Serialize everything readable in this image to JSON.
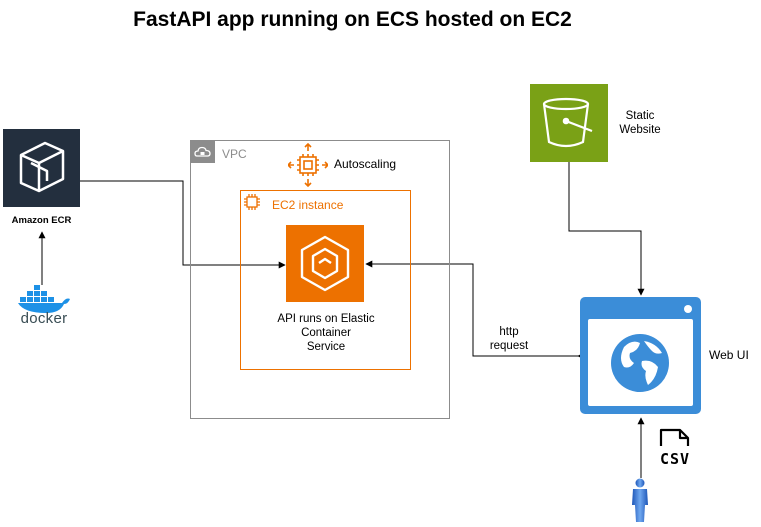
{
  "title": "FastAPI app running on ECS hosted on EC2",
  "nodes": {
    "ecr": {
      "label": "Amazon ECR",
      "color": "#232F3E"
    },
    "docker": {
      "label": "docker",
      "color": "#1D91E6"
    },
    "vpc": {
      "label": "VPC"
    },
    "autoscaling": {
      "label": "Autoscaling",
      "color": "#ED7100"
    },
    "ec2": {
      "label": "EC2 instance",
      "color": "#ED7100"
    },
    "ecs": {
      "label_line1": "API runs on Elastic",
      "label_line2": "Container",
      "label_line3": "Service",
      "color": "#ED7100"
    },
    "s3": {
      "label_line1": "Static",
      "label_line2": "Website",
      "color": "#7AA116"
    },
    "webui": {
      "label": "Web UI",
      "color": "#3B8DD8"
    },
    "csv": {
      "label": "CSV"
    },
    "user": {
      "color": "#2F6FD0"
    }
  },
  "edges": [
    {
      "from": "ecr",
      "to": "ecs"
    },
    {
      "from": "docker",
      "to": "ecr"
    },
    {
      "from": "s3",
      "to": "webui"
    },
    {
      "from": "webui",
      "to": "ecs",
      "label_line1": "http",
      "label_line2": "request"
    },
    {
      "from": "user",
      "to": "webui"
    }
  ]
}
